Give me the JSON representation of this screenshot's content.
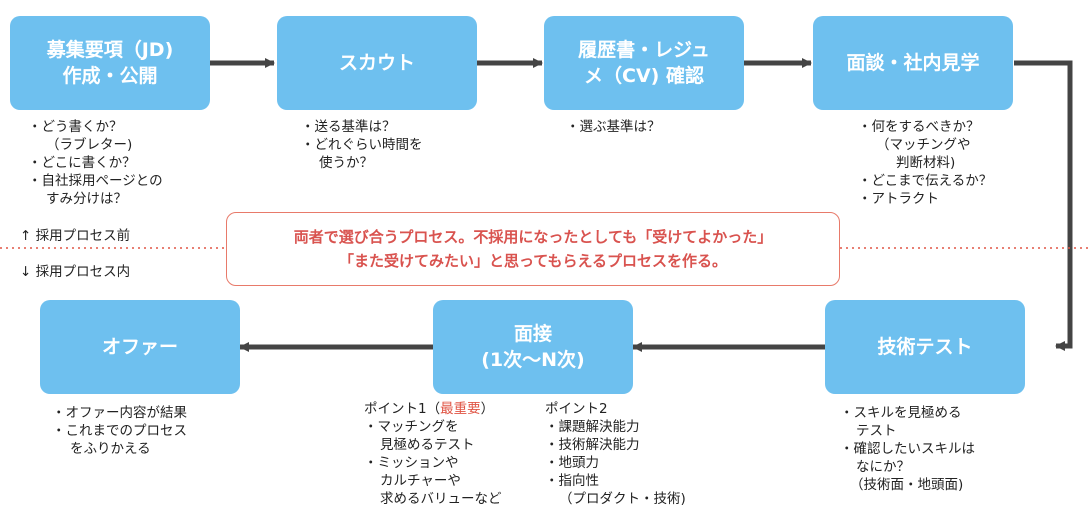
{
  "boxes": {
    "jd": [
      "募集要項（JD)",
      "作成・公開"
    ],
    "scout": [
      "スカウト"
    ],
    "cv": [
      "履歴書・レジュ",
      "メ（CV) 確認"
    ],
    "interview": [
      "面談・社内見学"
    ],
    "tech_test": [
      "技術テスト"
    ],
    "mensetsu": [
      "面接",
      "(1次〜N次)"
    ],
    "offer": [
      "オファー"
    ]
  },
  "notes": {
    "jd": [
      "・どう書くか？",
      "（ラブレター)",
      "・どこに書くか？",
      "・自社採用ページとの",
      "すみ分けは？"
    ],
    "scout": [
      "・送る基準は？",
      "・どれぐらい時間を",
      "使うか？"
    ],
    "cv": [
      "・選ぶ基準は？"
    ],
    "interview": [
      "・何をするべきか？",
      "（マッチングや",
      "判断材料)",
      "・どこまで伝えるか？",
      "・アトラクト"
    ],
    "tech_test": [
      "・スキルを見極める",
      "テスト",
      "・確認したいスキルは",
      "なにか？",
      "（技術面・地頭面)"
    ],
    "offer": [
      "・オファー内容が結果",
      "・これまでのプロセス",
      "をふりかえる"
    ],
    "point1_title_prefix": "ポイント1（",
    "point1_title_emphasis": "最重要",
    "point1_title_suffix": "）",
    "point1": [
      "・マッチングを",
      "見極めるテスト",
      "・ミッションや",
      "カルチャーや",
      "求めるバリューなど"
    ],
    "point2_title": "ポイント2",
    "point2": [
      "・課題解決能力",
      "・技術解決能力",
      "・地頭力",
      "・指向性",
      "（プロダクト・技術)"
    ]
  },
  "phase": {
    "before": "↑ 採用プロセス前",
    "within": "↓ 採用プロセス内"
  },
  "callout": [
    "両者で選び合うプロセス。不採用になったとしても「受けてよかった」",
    "「また受けてみたい」と思ってもらえるプロセスを作る。"
  ],
  "colors": {
    "box": "#6ec0ef",
    "arrow": "#444444",
    "accent": "#e05545",
    "divider": "#e05545"
  }
}
